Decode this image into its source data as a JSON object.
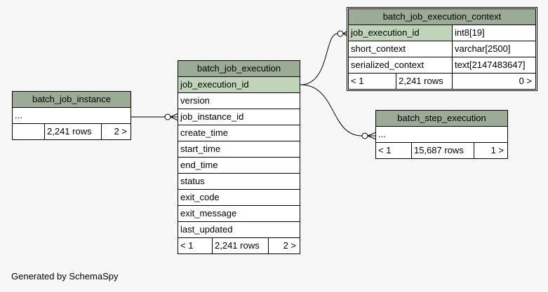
{
  "tables": {
    "batch_job_instance": {
      "name": "batch_job_instance",
      "ellipsis": "...",
      "footer": {
        "left": "",
        "rows": "2,241 rows",
        "right": "2 >"
      }
    },
    "batch_job_execution": {
      "name": "batch_job_execution",
      "columns": [
        "job_execution_id",
        "version",
        "job_instance_id",
        "create_time",
        "start_time",
        "end_time",
        "status",
        "exit_code",
        "exit_message",
        "last_updated"
      ],
      "footer": {
        "left": "< 1",
        "rows": "2,241 rows",
        "right": "2 >"
      }
    },
    "batch_job_execution_context": {
      "name": "batch_job_execution_context",
      "columns": [
        {
          "name": "job_execution_id",
          "type": "int8[19]"
        },
        {
          "name": "short_context",
          "type": "varchar[2500]"
        },
        {
          "name": "serialized_context",
          "type": "text[2147483647]"
        }
      ],
      "footer": {
        "left": "< 1",
        "rows": "2,241 rows",
        "right": "0 >"
      }
    },
    "batch_step_execution": {
      "name": "batch_step_execution",
      "ellipsis": "...",
      "footer": {
        "left": "< 1",
        "rows": "15,687 rows",
        "right": "1 >"
      }
    }
  },
  "footer_text": "Generated by SchemaSpy"
}
